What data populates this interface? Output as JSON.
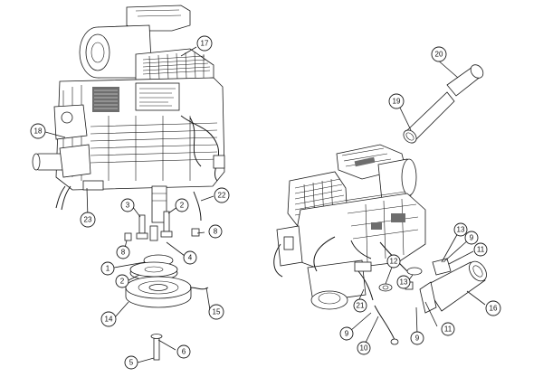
{
  "callouts": [
    {
      "id": "c17",
      "label": "17"
    },
    {
      "id": "c18",
      "label": "18"
    },
    {
      "id": "c23",
      "label": "23"
    },
    {
      "id": "c22",
      "label": "22"
    },
    {
      "id": "c3",
      "label": "3"
    },
    {
      "id": "c2a",
      "label": "2"
    },
    {
      "id": "c8a",
      "label": "8"
    },
    {
      "id": "c8b",
      "label": "8"
    },
    {
      "id": "c4",
      "label": "4"
    },
    {
      "id": "c1",
      "label": "1"
    },
    {
      "id": "c2b",
      "label": "2"
    },
    {
      "id": "c14",
      "label": "14"
    },
    {
      "id": "c15",
      "label": "15"
    },
    {
      "id": "c6",
      "label": "6"
    },
    {
      "id": "c5",
      "label": "5"
    },
    {
      "id": "c20",
      "label": "20"
    },
    {
      "id": "c19",
      "label": "19"
    },
    {
      "id": "c13a",
      "label": "13"
    },
    {
      "id": "c9a",
      "label": "9"
    },
    {
      "id": "c11a",
      "label": "11"
    },
    {
      "id": "c12",
      "label": "12"
    },
    {
      "id": "c13b",
      "label": "13"
    },
    {
      "id": "c16",
      "label": "16"
    },
    {
      "id": "c21",
      "label": "21"
    },
    {
      "id": "c9b",
      "label": "9"
    },
    {
      "id": "c10",
      "label": "10"
    },
    {
      "id": "c9c",
      "label": "9"
    },
    {
      "id": "c11b",
      "label": "11"
    }
  ],
  "colors": {
    "line": "#1a1a1a",
    "shade": "#6e6e6e",
    "background": "#ffffff"
  }
}
